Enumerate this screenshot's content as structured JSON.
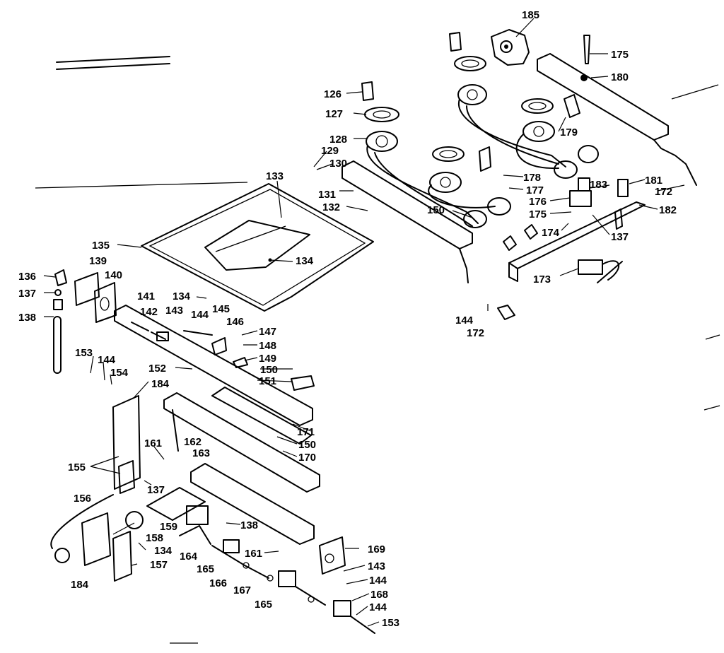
{
  "diagram": {
    "callouts": [
      "185",
      "175",
      "180",
      "179",
      "178",
      "177",
      "176",
      "175",
      "174",
      "183",
      "181",
      "172",
      "182",
      "137",
      "173",
      "126",
      "127",
      "128",
      "129",
      "130",
      "131",
      "132",
      "133",
      "150",
      "134",
      "135",
      "136",
      "137",
      "138",
      "139",
      "140",
      "141",
      "142",
      "143",
      "144",
      "145",
      "146",
      "147",
      "148",
      "149",
      "150",
      "151",
      "134",
      "153",
      "144",
      "154",
      "152",
      "184",
      "144",
      "172",
      "171",
      "150",
      "170",
      "161",
      "162",
      "163",
      "155",
      "137",
      "156",
      "159",
      "138",
      "158",
      "134",
      "164",
      "161",
      "169",
      "157",
      "165",
      "166",
      "167",
      "165",
      "143",
      "144",
      "168",
      "144",
      "153",
      "184"
    ]
  }
}
